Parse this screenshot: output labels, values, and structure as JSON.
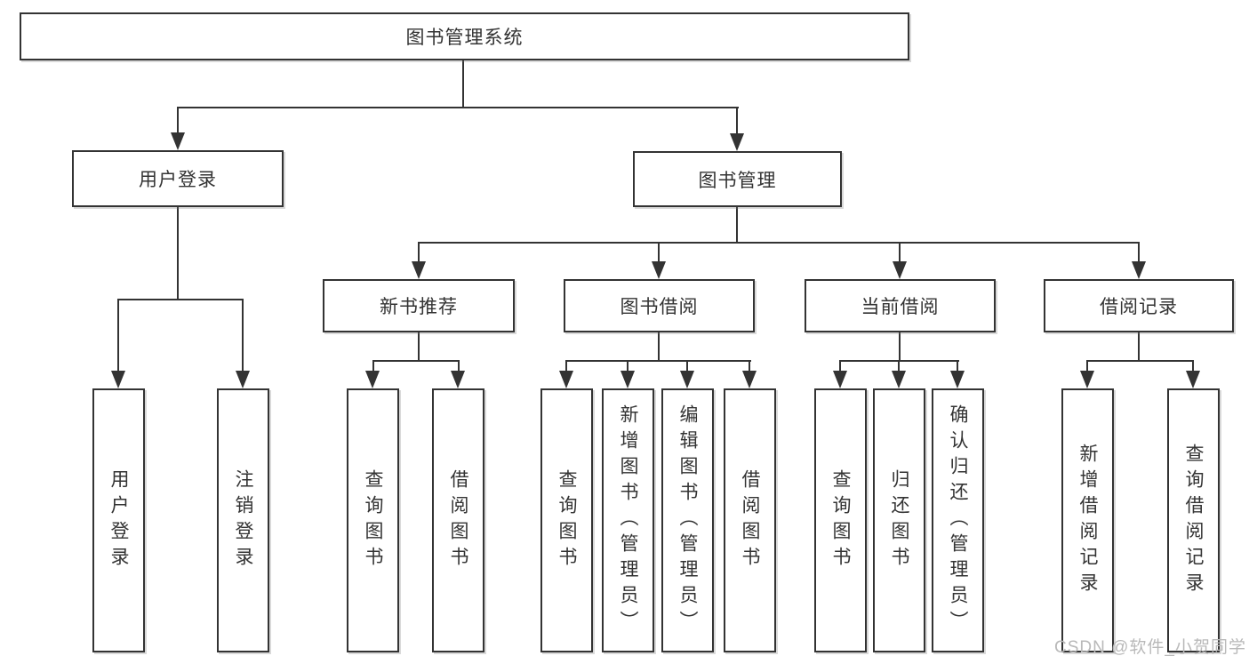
{
  "tree": {
    "root": "图书管理系统",
    "l2": [
      "用户登录",
      "图书管理"
    ],
    "l3": [
      "新书推荐",
      "图书借阅",
      "当前借阅",
      "借阅记录"
    ],
    "leaves": {
      "login": [
        "用户登录",
        "注销登录"
      ],
      "recommend": [
        "查询图书",
        "借阅图书"
      ],
      "borrow": [
        "查询图书",
        "新增图书（管理员）",
        "编辑图书（管理员）",
        "借阅图书"
      ],
      "current": [
        "查询图书",
        "归还图书",
        "确认归还（管理员）"
      ],
      "records": [
        "新增借阅记录",
        "查询借阅记录"
      ]
    }
  },
  "watermark": "CSDN @软件_小贺同学",
  "colors": {
    "line": "#333333",
    "border": "#333333",
    "text": "#333333",
    "background": "#ffffff",
    "watermark": "#b9b9b9"
  }
}
